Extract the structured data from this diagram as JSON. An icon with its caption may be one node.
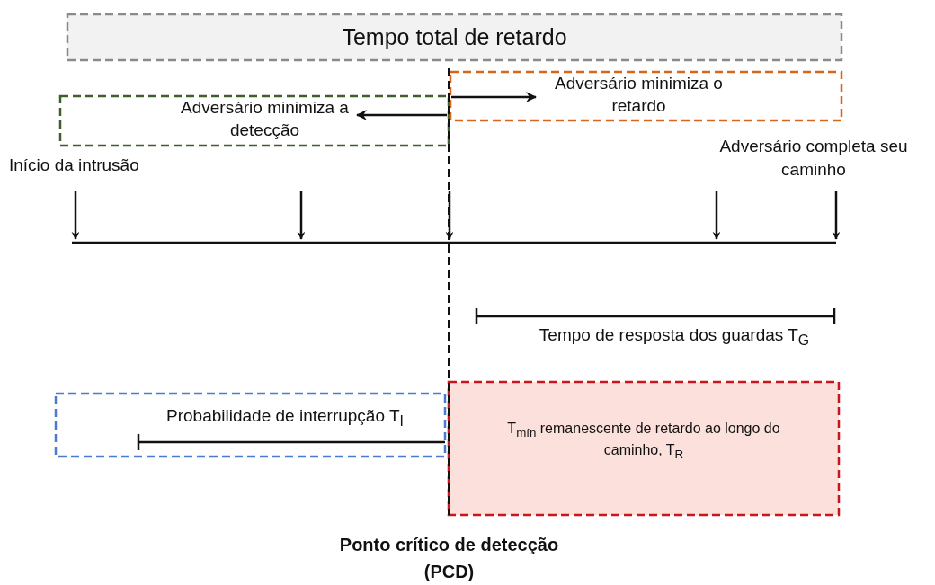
{
  "diagram": {
    "nodes": [
      {
        "text": [
          "Tempo total de  retardo"
        ]
      },
      {
        "text": [
          "Adversário minimiza a detecção"
        ]
      },
      {
        "text": [
          "Adversário minimiza o retardo"
        ]
      },
      {
        "text": [
          "Probabilidade de interrupção T$_{I}$"
        ]
      },
      {
        "text": [
          "T$_{mín}$ remanescente de retardo ao longo do caminho, T$_{R}$"
        ]
      },
      {
        "text": [],
        "shape": "line",
        "beside": [
          "Ponto crítico de detecção (PCD)"
        ]
      }
    ],
    "edges": [
      {
        "from": 5,
        "to": 1,
        "arrow": "to"
      },
      {
        "from": 5,
        "to": 2,
        "arrow": "to"
      }
    ],
    "labels": [
      "Início da intrusão",
      "Adversário completa seu caminho",
      "Tempo de resposta dos guardas T$_{G}$"
    ]
  }
}
